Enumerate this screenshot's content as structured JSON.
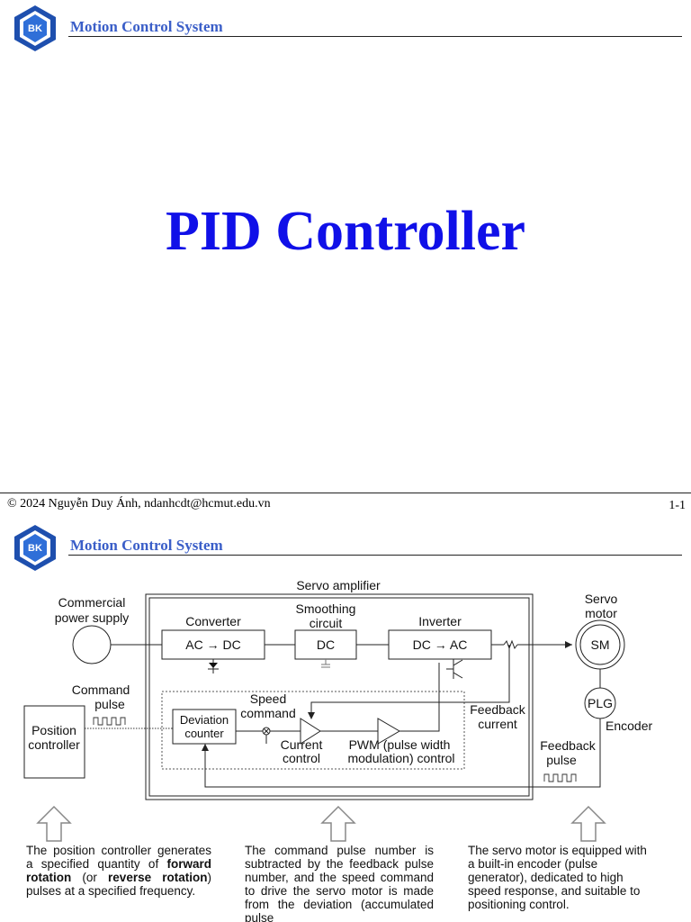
{
  "header": {
    "title": "Motion Control System",
    "logo_text": "BK"
  },
  "slide1": {
    "title": "PID Controller",
    "footer_left": "© 2024 Nguyễn Duy Ánh, ndanhcdt@hcmut.edu.vn",
    "footer_right": "1-1"
  },
  "diagram": {
    "servo_amplifier": "Servo amplifier",
    "commercial_power_supply": [
      "Commercial",
      "power supply"
    ],
    "converter": "Converter",
    "converter_box": "AC → DC",
    "smoothing_circuit": [
      "Smoothing",
      "circuit"
    ],
    "smoothing_box": "DC",
    "inverter": "Inverter",
    "inverter_box": "DC → AC",
    "servo_motor": [
      "Servo",
      "motor"
    ],
    "sm": "SM",
    "plg": "PLG",
    "encoder": "Encoder",
    "command_pulse": [
      "Command",
      "pulse"
    ],
    "position_controller": [
      "Position",
      "controller"
    ],
    "deviation_counter": [
      "Deviation",
      "counter"
    ],
    "speed_command": [
      "Speed",
      "command"
    ],
    "current_control": [
      "Current",
      "control"
    ],
    "pwm_control": [
      "PWM (pulse width",
      "modulation) control"
    ],
    "feedback_current": [
      "Feedback",
      "current"
    ],
    "feedback_pulse": [
      "Feedback",
      "pulse"
    ]
  },
  "captions": {
    "left": {
      "pre1": "The position controller generates a specified quantity of ",
      "bold1": "forward rotation",
      "mid": " (or ",
      "bold2": "reverse rotation",
      "post": ") pulses at a specified frequency."
    },
    "middle": "The command pulse number is subtracted by the feedback pulse number, and the speed command to drive the servo motor is made from the deviation (accumulated pulse",
    "right": "The servo motor is equipped with a built-in encoder (pulse generator), dedicated to high speed response, and suitable to positioning control."
  }
}
